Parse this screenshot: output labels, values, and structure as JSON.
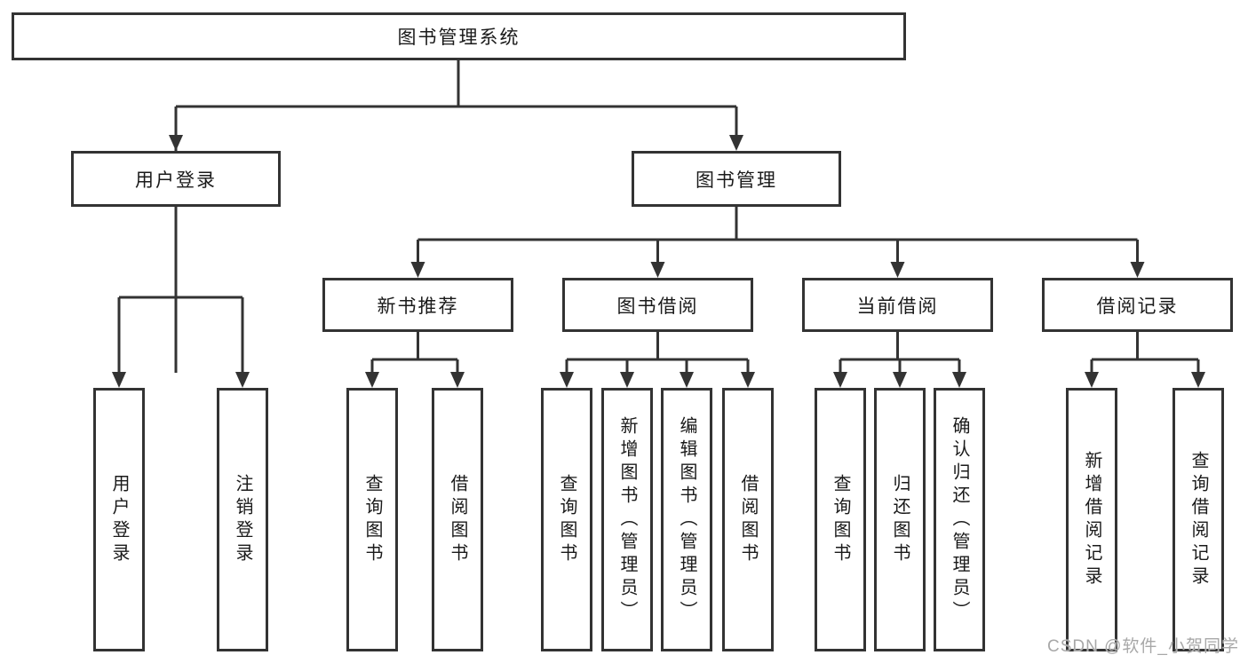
{
  "diagram_title": "图书管理系统",
  "tree": {
    "root": {
      "label": "图书管理系统"
    },
    "branches": [
      {
        "label": "用户登录",
        "leaves": [
          "用户登录",
          "注销登录"
        ]
      },
      {
        "label": "图书管理",
        "sections": [
          {
            "label": "新书推荐",
            "leaves": [
              "查询图书",
              "借阅图书"
            ]
          },
          {
            "label": "图书借阅",
            "leaves": [
              "查询图书",
              "新增图书（管理员）",
              "编辑图书（管理员）",
              "借阅图书"
            ]
          },
          {
            "label": "当前借阅",
            "leaves": [
              "查询图书",
              "归还图书",
              "确认归还（管理员）"
            ]
          },
          {
            "label": "借阅记录",
            "leaves": [
              "新增借阅记录",
              "查询借阅记录"
            ]
          }
        ]
      }
    ]
  },
  "watermark": {
    "text": "CSDN @软件_小贺同学"
  },
  "colors": {
    "line": "#333333",
    "box_border": "#333333",
    "text": "#1a1a1a",
    "background": "#ffffff",
    "watermark": "#a8a8a8"
  }
}
